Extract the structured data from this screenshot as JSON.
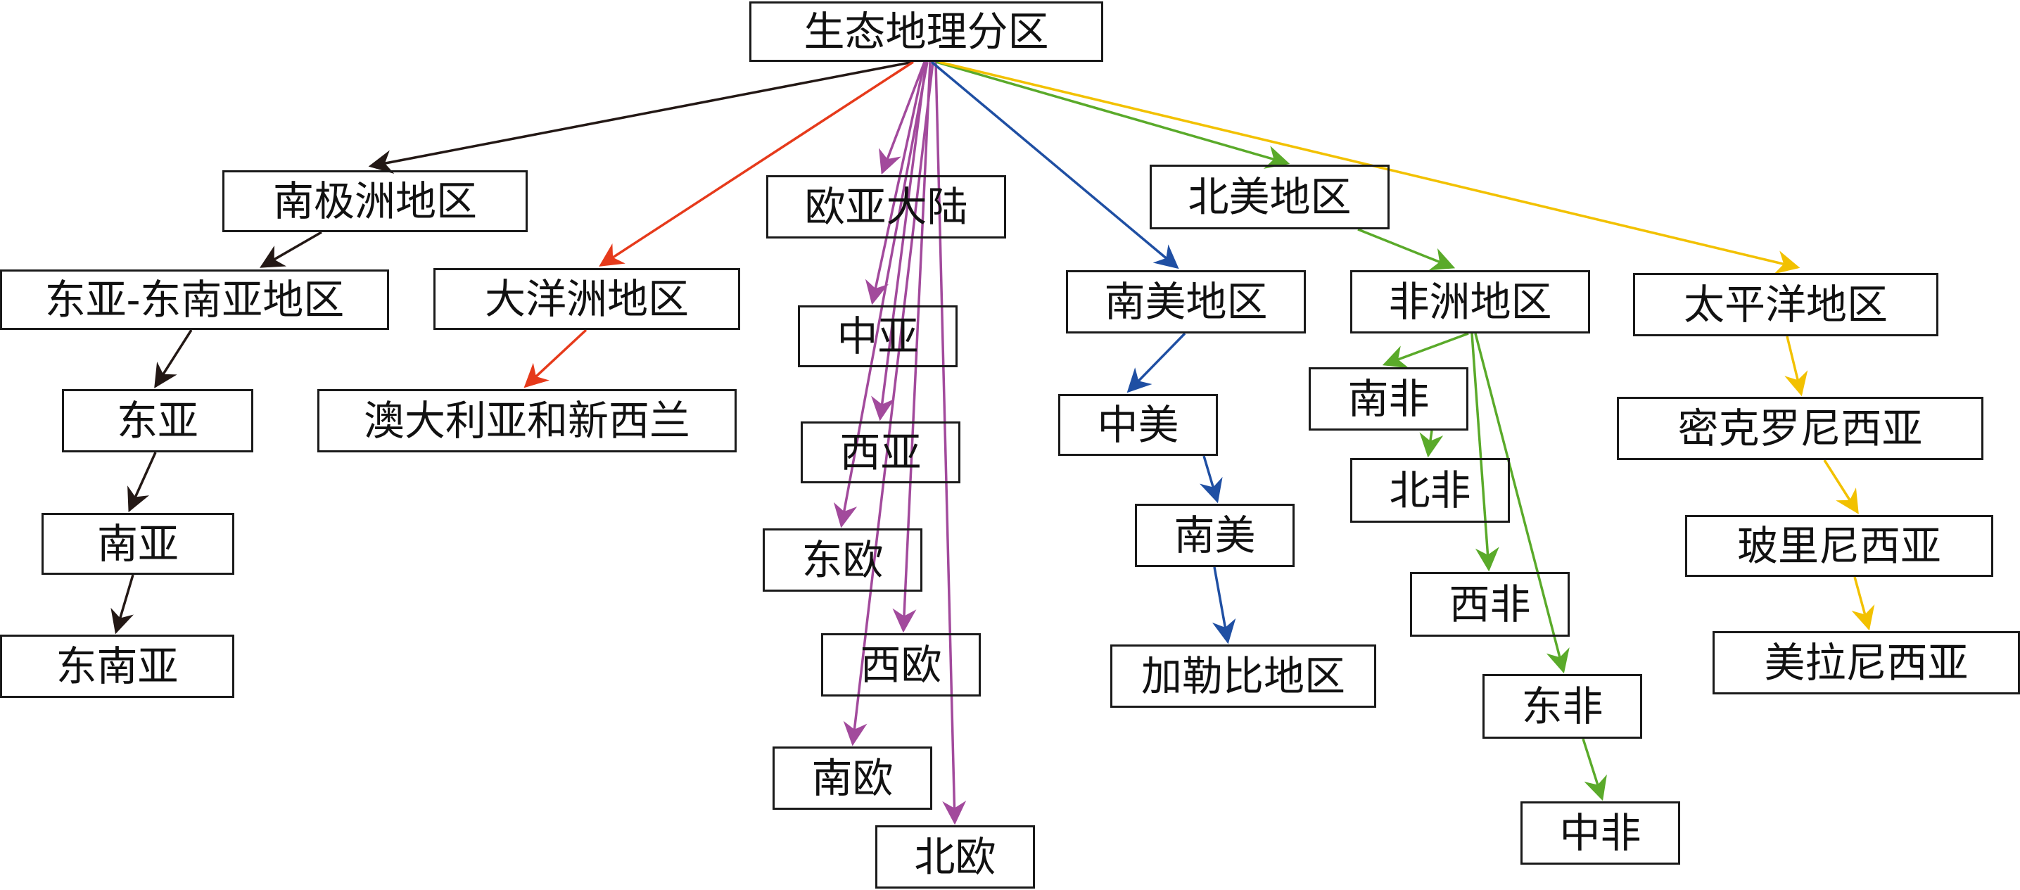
{
  "colors": {
    "antarctic": "#231815",
    "oceania": "#e63a1b",
    "eurasia": "#a24a9c",
    "south_america": "#1f4fa3",
    "north_america": "#5aaa2a",
    "africa": "#5aaa2a",
    "pacific": "#f2c100"
  },
  "nodes": {
    "root": "生态地理分区",
    "antarctic": "南极洲地区",
    "east_southeast_asia": "东亚-东南亚地区",
    "east_asia": "东亚",
    "south_asia": "南亚",
    "southeast_asia": "东南亚",
    "oceania": "大洋洲地区",
    "australia_nz": "澳大利亚和新西兰",
    "eurasia": "欧亚大陆",
    "central_asia": "中亚",
    "west_asia": "西亚",
    "east_europe": "东欧",
    "west_europe": "西欧",
    "south_europe": "南欧",
    "north_europe": "北欧",
    "south_america_region": "南美地区",
    "central_america": "中美",
    "south_america": "南美",
    "caribbean": "加勒比地区",
    "north_america": "北美地区",
    "africa": "非洲地区",
    "south_africa": "南非",
    "north_africa": "北非",
    "west_africa": "西非",
    "east_africa": "东非",
    "central_africa": "中非",
    "pacific": "太平洋地区",
    "micronesia": "密克罗尼西亚",
    "polynesia": "玻里尼西亚",
    "melanesia": "美拉尼西亚"
  },
  "edges": [
    {
      "from": "root",
      "to": "antarctic",
      "group": "antarctic"
    },
    {
      "from": "antarctic",
      "to": "east_southeast_asia",
      "group": "antarctic"
    },
    {
      "from": "east_southeast_asia",
      "to": "east_asia",
      "group": "antarctic"
    },
    {
      "from": "east_asia",
      "to": "south_asia",
      "group": "antarctic"
    },
    {
      "from": "south_asia",
      "to": "southeast_asia",
      "group": "antarctic"
    },
    {
      "from": "root",
      "to": "oceania",
      "group": "oceania"
    },
    {
      "from": "oceania",
      "to": "australia_nz",
      "group": "oceania"
    },
    {
      "from": "root",
      "to": "eurasia",
      "group": "eurasia"
    },
    {
      "from": "root",
      "to": "central_asia",
      "group": "eurasia"
    },
    {
      "from": "root",
      "to": "west_asia",
      "group": "eurasia"
    },
    {
      "from": "root",
      "to": "east_europe",
      "group": "eurasia"
    },
    {
      "from": "root",
      "to": "west_europe",
      "group": "eurasia"
    },
    {
      "from": "root",
      "to": "south_europe",
      "group": "eurasia"
    },
    {
      "from": "root",
      "to": "north_europe",
      "group": "eurasia"
    },
    {
      "from": "root",
      "to": "south_america_region",
      "group": "south_america"
    },
    {
      "from": "south_america_region",
      "to": "central_america",
      "group": "south_america"
    },
    {
      "from": "central_america",
      "to": "south_america",
      "group": "south_america"
    },
    {
      "from": "south_america",
      "to": "caribbean",
      "group": "south_america"
    },
    {
      "from": "root",
      "to": "north_america",
      "group": "north_america"
    },
    {
      "from": "north_america",
      "to": "africa",
      "group": "africa"
    },
    {
      "from": "africa",
      "to": "south_africa",
      "group": "africa"
    },
    {
      "from": "south_africa",
      "to": "north_africa",
      "group": "africa"
    },
    {
      "from": "africa",
      "to": "west_africa",
      "group": "africa"
    },
    {
      "from": "africa",
      "to": "east_africa",
      "group": "africa"
    },
    {
      "from": "east_africa",
      "to": "central_africa",
      "group": "africa"
    },
    {
      "from": "root",
      "to": "pacific",
      "group": "pacific"
    },
    {
      "from": "pacific",
      "to": "micronesia",
      "group": "pacific"
    },
    {
      "from": "micronesia",
      "to": "polynesia",
      "group": "pacific"
    },
    {
      "from": "polynesia",
      "to": "melanesia",
      "group": "pacific"
    }
  ]
}
